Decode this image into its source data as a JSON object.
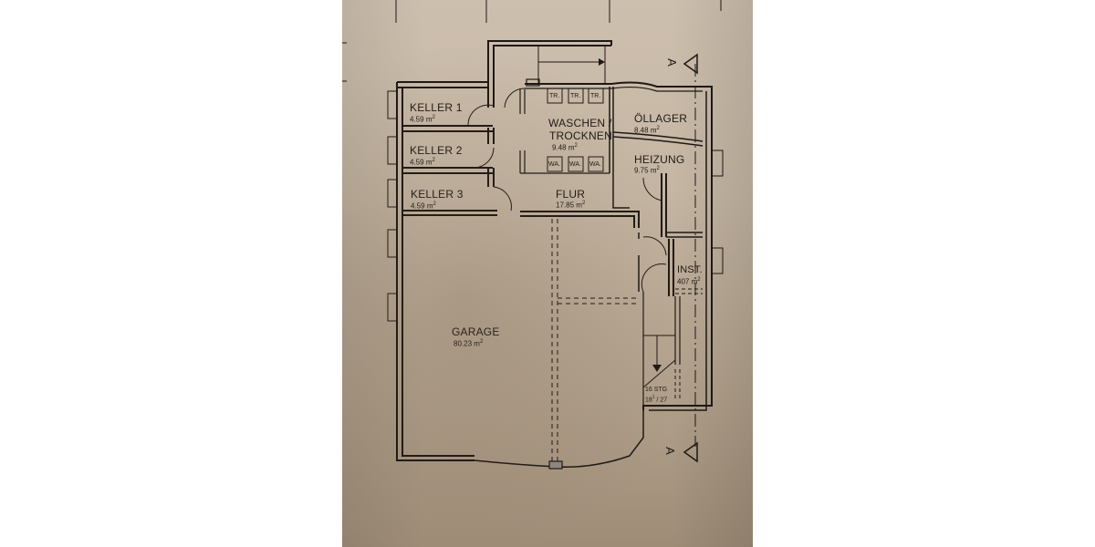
{
  "drawing": {
    "type": "floor plan (basement)",
    "section_marker_top": "A",
    "section_marker_bottom": "A"
  },
  "rooms": [
    {
      "id": "keller1",
      "name": "KELLER 1",
      "area": "4.59",
      "unit": "m",
      "unit_exp": "2"
    },
    {
      "id": "keller2",
      "name": "KELLER 2",
      "area": "4.59",
      "unit": "m",
      "unit_exp": "2"
    },
    {
      "id": "keller3",
      "name": "KELLER 3",
      "area": "4.59",
      "unit": "m",
      "unit_exp": "2"
    },
    {
      "id": "waschen",
      "name_line1": "WASCHEN /",
      "name_line2": "TROCKNEN",
      "area": "9.48",
      "unit": "m",
      "unit_exp": "2"
    },
    {
      "id": "oellager",
      "name": "ÖLLAGER",
      "area": "8.48",
      "unit": "m",
      "unit_exp": "2"
    },
    {
      "id": "heizung",
      "name": "HEIZUNG",
      "area": "9.75",
      "unit": "m",
      "unit_exp": "2"
    },
    {
      "id": "flur",
      "name": "FLUR",
      "area": "17.85",
      "unit": "m",
      "unit_exp": "2"
    },
    {
      "id": "inst",
      "name": "INST.",
      "area": "4.07",
      "area_display": "407",
      "unit": "m",
      "unit_exp": "2"
    },
    {
      "id": "garage",
      "name": "GARAGE",
      "area": "80.23",
      "unit": "m",
      "unit_exp": "2"
    }
  ],
  "fixtures": {
    "dryers": [
      "TR.",
      "TR.",
      "TR."
    ],
    "washers": [
      "WA.",
      "WA.",
      "WA."
    ]
  },
  "stairs": {
    "label_line1": "16 STG",
    "label_line2": "18",
    "label_line2_sup": "1",
    "label_line2_rest": " / 27"
  }
}
